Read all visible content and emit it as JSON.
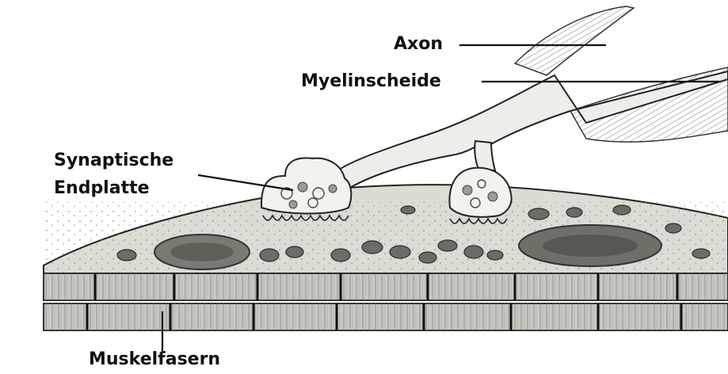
{
  "diagram": {
    "labels": {
      "axon": "Axon",
      "myelin": "Myelinscheide",
      "synapse_line1": "Synaptische",
      "synapse_line2": "Endplatte",
      "muscle": "Muskelfasern"
    },
    "colors": {
      "ink": "#111111",
      "tissue": "#dcdcd4",
      "tissue_dark": "#b9b9b0",
      "nucleus": "#5a5a55",
      "muscle": "#c9c9c3",
      "background": "#ffffff"
    }
  }
}
